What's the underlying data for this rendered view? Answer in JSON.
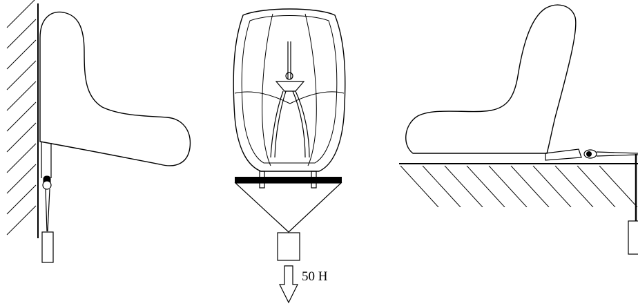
{
  "force_label": "50 H",
  "colors": {
    "stroke": "#000000",
    "background": "#ffffff"
  },
  "panels": [
    {
      "id": "seat-against-wall"
    },
    {
      "id": "seat-front-view"
    },
    {
      "id": "seat-on-floor"
    }
  ]
}
